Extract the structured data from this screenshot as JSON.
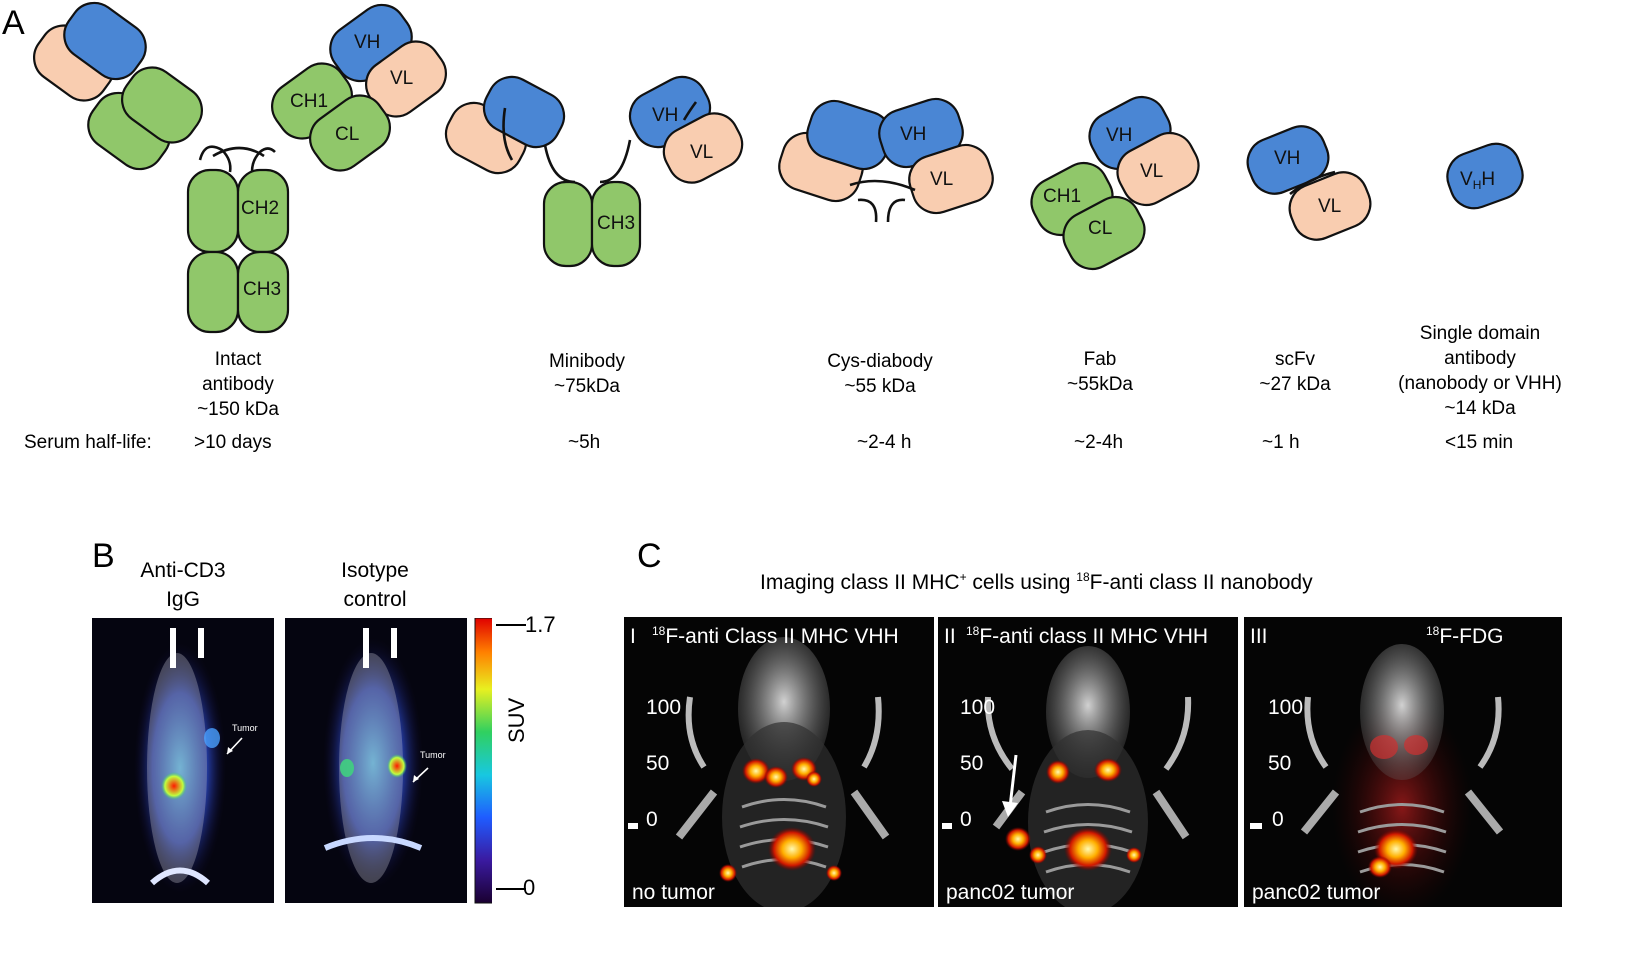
{
  "panels": {
    "a_letter": "A",
    "b_letter": "B",
    "c_letter": "C"
  },
  "colors": {
    "heavy_variable": "#4a86d4",
    "light_chain": "#f9cdb0",
    "constant_heavy": "#90c76a",
    "outline": "#111111"
  },
  "domains": {
    "vh": "VH",
    "vl": "VL",
    "ch1": "CH1",
    "cl": "CL",
    "ch2": "CH2",
    "ch3": "CH3",
    "vhh_main": "V",
    "vhh_sub": "H",
    "vhh_tail": "H"
  },
  "formats": [
    {
      "name_lines": [
        "Intact",
        "antibody",
        "~150 kDa"
      ],
      "half_life": ">10 days"
    },
    {
      "name_lines": [
        "Minibody",
        "~75kDa"
      ],
      "half_life": "~5h"
    },
    {
      "name_lines": [
        "Cys-diabody",
        "~55 kDa"
      ],
      "half_life": "~2-4 h"
    },
    {
      "name_lines": [
        "Fab",
        "~55kDa"
      ],
      "half_life": "~2-4h"
    },
    {
      "name_lines": [
        "scFv",
        "~27 kDa"
      ],
      "half_life": "~1 h"
    },
    {
      "name_lines": [
        "Single domain",
        "antibody",
        "(nanobody or VHH)",
        "~14 kDa"
      ],
      "half_life": "<15 min"
    }
  ],
  "serum_half_life_label": "Serum half-life:",
  "panel_b": {
    "col1_line1": "Anti-CD3",
    "col1_line2": "IgG",
    "col2_line1": "Isotype",
    "col2_line2": "control",
    "tumor_label": "Tumor",
    "colorbar_max": "1.7",
    "colorbar_min": "0",
    "colorbar_label": "SUV"
  },
  "panel_c": {
    "title_pre": "Imaging class II MHC",
    "title_sup": "+",
    "title_mid": " cells using ",
    "title_sup2": "18",
    "title_post": "F-anti class II nanobody",
    "scale_100": "100",
    "scale_50": "50",
    "scale_0": "0",
    "images": [
      {
        "roman": "I",
        "iso": "18",
        "tracer": "F-anti Class II MHC VHH",
        "caption": "no tumor"
      },
      {
        "roman": "II",
        "iso": "18",
        "tracer": "F-anti class II MHC VHH",
        "caption": "panc02 tumor"
      },
      {
        "roman": "III",
        "iso": "18",
        "tracer": "F-FDG",
        "caption": "panc02 tumor"
      }
    ]
  }
}
